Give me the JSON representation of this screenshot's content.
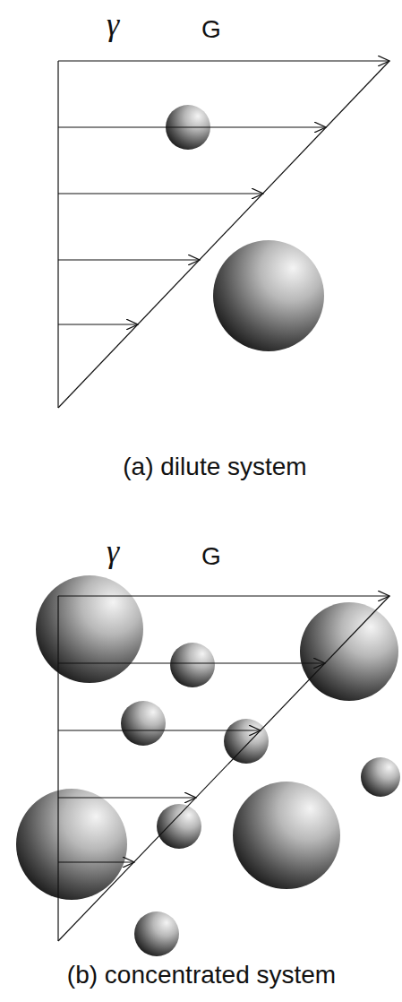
{
  "diagram": {
    "labels": [
      "γ",
      "G",
      "(a) dilute system",
      "γ",
      "G",
      "(b) concentrated system"
    ]
  }
}
